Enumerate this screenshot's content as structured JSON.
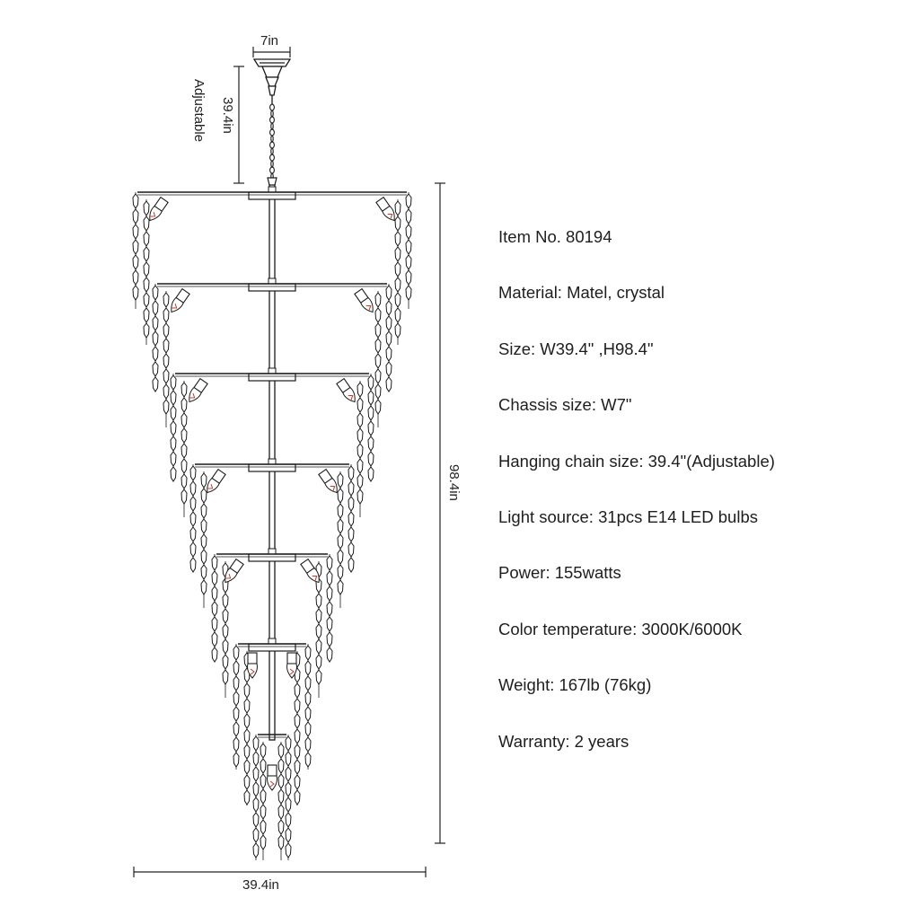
{
  "dimensions": {
    "chassis_width": "7in",
    "chain_length": "39.4in",
    "chain_note": "Adjustable",
    "total_height": "98.4in",
    "total_width": "39.4in"
  },
  "specs": [
    {
      "label": "Item No. 80194"
    },
    {
      "label": "Material: Matel, crystal"
    },
    {
      "label": "Size: W39.4\" ,H98.4\""
    },
    {
      "label": "Chassis size: W7\""
    },
    {
      "label": "Hanging chain size: 39.4\"(Adjustable)"
    },
    {
      "label": "Light source: 31pcs E14 LED bulbs"
    },
    {
      "label": "Power: 155watts"
    },
    {
      "label": "Color temperature: 3000K/6000K"
    },
    {
      "label": "Weight: 167lb (76kg)"
    },
    {
      "label": "Warranty: 2 years"
    }
  ],
  "colors": {
    "line": "#1a1a1a",
    "bulb_filament": "#c0392b",
    "text": "#1e1e1e"
  }
}
